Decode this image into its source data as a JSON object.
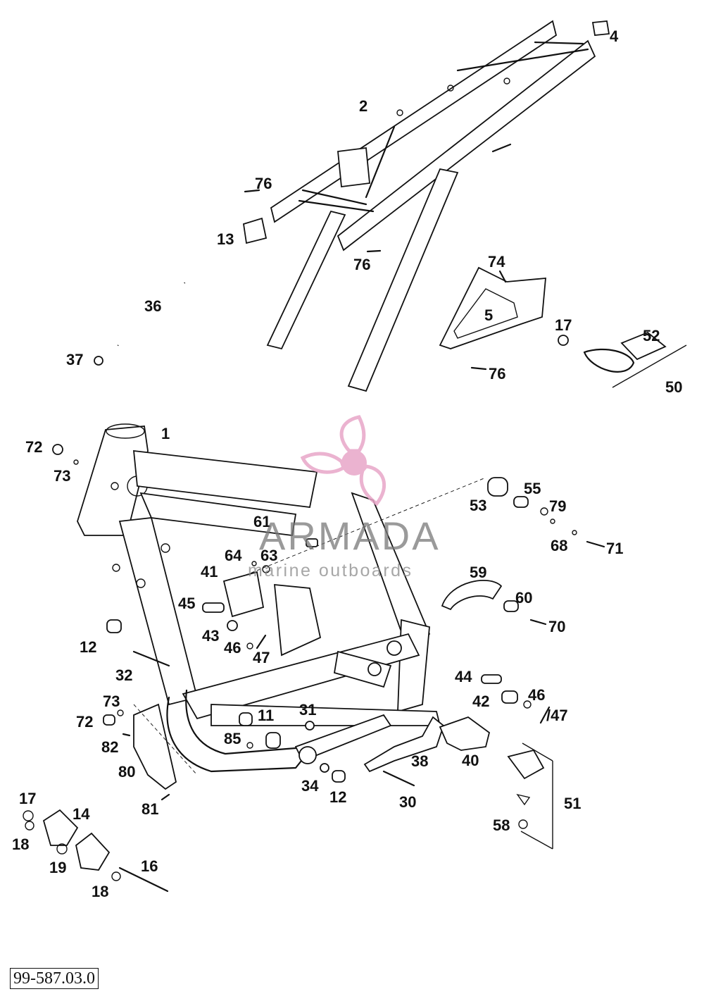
{
  "diagram": {
    "reference_code": "99-587.03.0",
    "callouts": [
      "1",
      "2",
      "4",
      "5",
      "11",
      "12",
      "12",
      "13",
      "14",
      "16",
      "17",
      "17",
      "18",
      "18",
      "19",
      "30",
      "31",
      "32",
      "34",
      "36",
      "37",
      "38",
      "40",
      "41",
      "42",
      "43",
      "44",
      "45",
      "46",
      "46",
      "47",
      "/47",
      "50",
      "51",
      "52",
      "53",
      "55",
      "58",
      "59",
      "60",
      "61",
      "63",
      "64",
      "68",
      "70",
      "71",
      "72",
      "72",
      "73",
      "73",
      "74",
      "76",
      "76",
      "76",
      "79",
      "80",
      "81",
      "82",
      "85"
    ]
  },
  "watermark": {
    "brand": "ARMADA",
    "tagline": "marine outboards",
    "accent_color": "#e8a6c8"
  }
}
